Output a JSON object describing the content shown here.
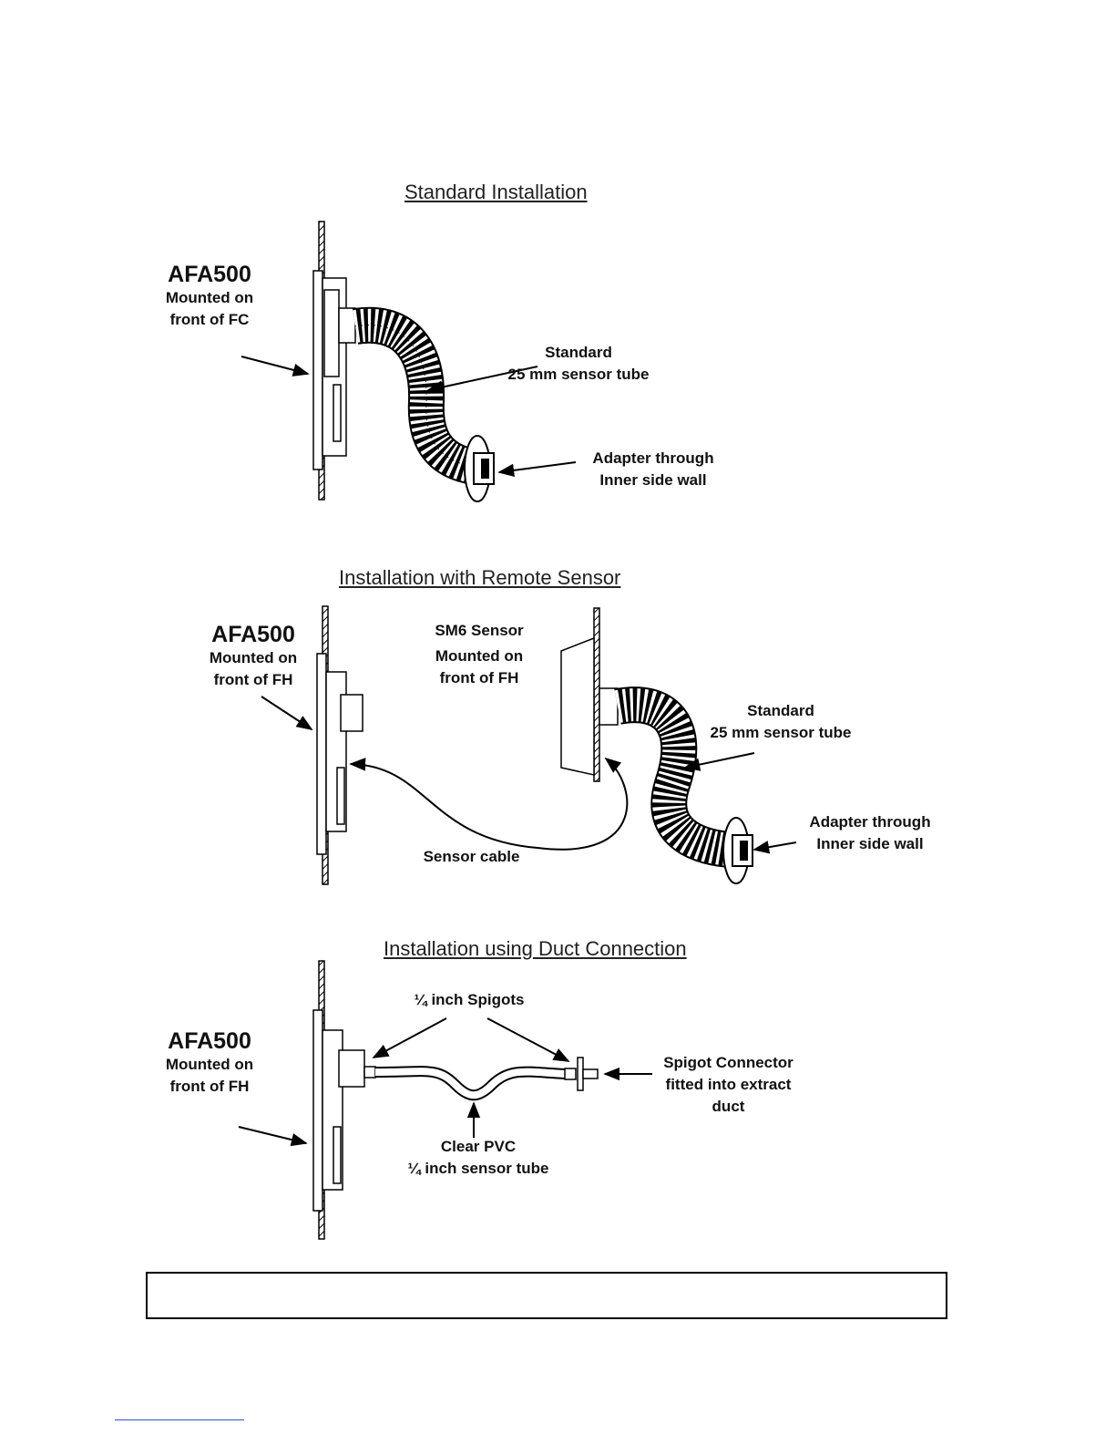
{
  "section1": {
    "title": "Standard Installation",
    "device_name": "AFA500",
    "device_mount": [
      "Mounted on",
      "front of  FC"
    ],
    "tube_label": [
      "Standard",
      "25 mm sensor tube"
    ],
    "adapter_label": [
      "Adapter  through",
      "Inner  side  wall"
    ]
  },
  "section2": {
    "title": "Installation with Remote Sensor",
    "device_name": "AFA500",
    "device_mount": [
      "Mounted on",
      "front of  FH"
    ],
    "sensor_label": [
      "SM6 Sensor",
      "Mounted on",
      "front of  FH"
    ],
    "tube_label": [
      "Standard",
      "25 mm sensor tube"
    ],
    "adapter_label": [
      "Adapter  through",
      "Inner  side  wall"
    ],
    "cable_label": "Sensor cable"
  },
  "section3": {
    "title": "Installation using Duct Connection",
    "device_name": "AFA500",
    "device_mount": [
      "Mounted on",
      "front of  FH"
    ],
    "spigots_label": "¼ inch Spigots",
    "connector_label": [
      "Spigot Connector",
      "fitted into extract",
      "duct"
    ],
    "tube_label": [
      "Clear PVC",
      "¼ inch sensor tube"
    ]
  },
  "note_box": {}
}
